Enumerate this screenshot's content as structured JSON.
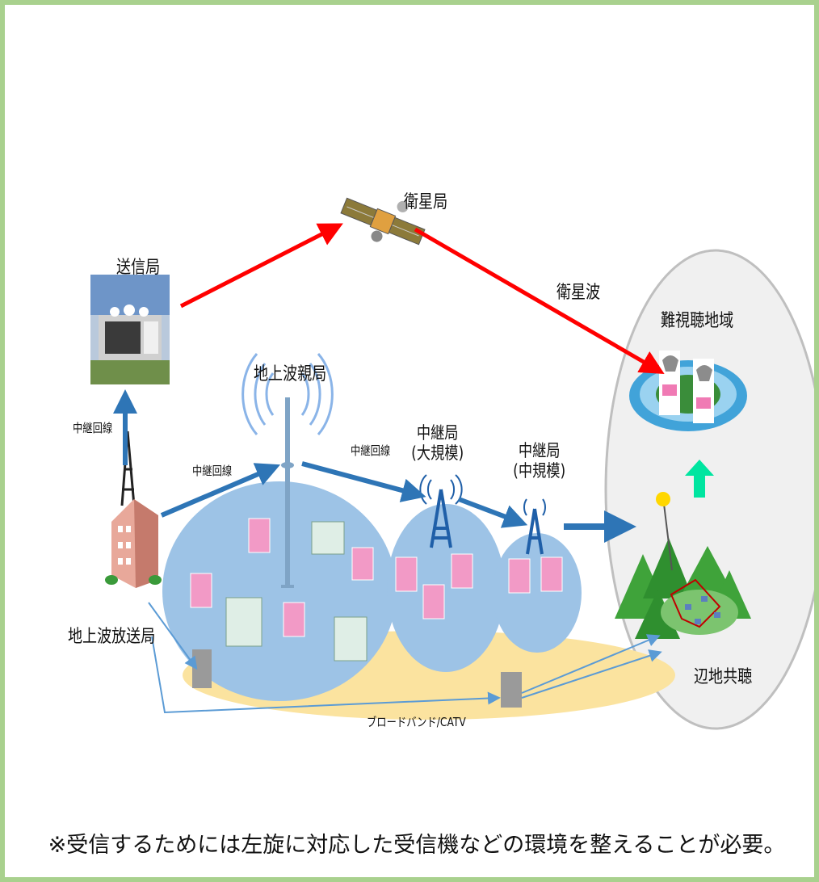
{
  "labels": {
    "satellite_station": "衛星局",
    "transmitting_station": "送信局",
    "satellite_wave": "衛星波",
    "difficult_reception_area": "難視聴地域",
    "terrestrial_parent_station": "地上波親局",
    "relay_line_vertical": "中継回線",
    "relay_line_left": "中継回線",
    "relay_line_middle": "中継回線",
    "relay_large": "中継局\n(大規模)",
    "relay_medium": "中継局\n(中規模)",
    "terrestrial_broadcaster": "地上波放送局",
    "remote_shared_reception": "辺地共聴",
    "broadband_catv": "ブロードバンド/CATV"
  },
  "footnote": "※受信するためには左旋に対応した受信機などの環境を整えることが必要。",
  "colors": {
    "frame": "#a9d18e",
    "satellite_arrow": "#ff0000",
    "relay_arrow": "#2e75b6",
    "coverage": "#9dc3e6",
    "cable_area": "#fbe39f",
    "remote_region": "#f0f0f0",
    "upward_arrow": "#00e5a0"
  }
}
